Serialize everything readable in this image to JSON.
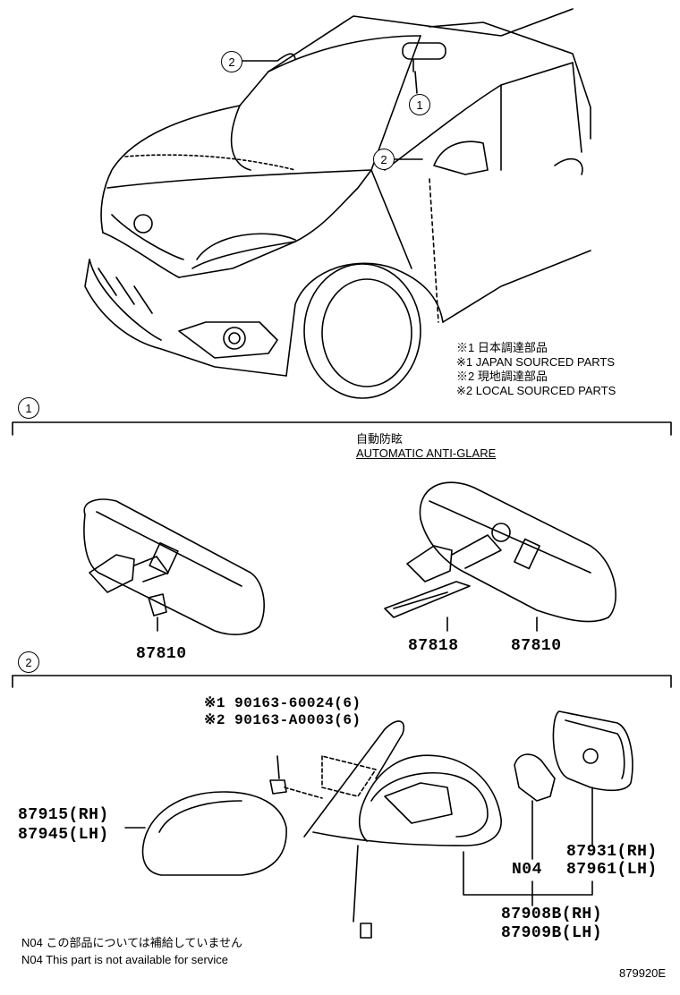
{
  "notes": {
    "n1_jp": "※1 日本調達部品",
    "n1_en": "※1 JAPAN SOURCED PARTS",
    "n2_jp": "※2 現地調達部品",
    "n2_en": "※2 LOCAL SOURCED PARTS"
  },
  "callouts": {
    "one": "1",
    "two": "2"
  },
  "section1": {
    "variant_jp": "自動防眩",
    "variant_en": "AUTOMATIC ANTI-GLARE",
    "part_left": "87810",
    "part_right_a": "87818",
    "part_right_b": "87810"
  },
  "section2": {
    "bolt_1": "※1 90163-60024(6)",
    "bolt_2": "※2 90163-A0003(6)",
    "cover_rh": "87915(RH)",
    "cover_lh": "87945(LH)",
    "glass_rh": "87931(RH)",
    "glass_lh": "87961(LH)",
    "n04_label": "N04",
    "assy_rh": "87908B(RH)",
    "assy_lh": "87909B(LH)",
    "footnote_jp": "N04 この部品については補給していません",
    "footnote_en": "N04 This part is not available for service"
  },
  "figure_id": "879920E"
}
